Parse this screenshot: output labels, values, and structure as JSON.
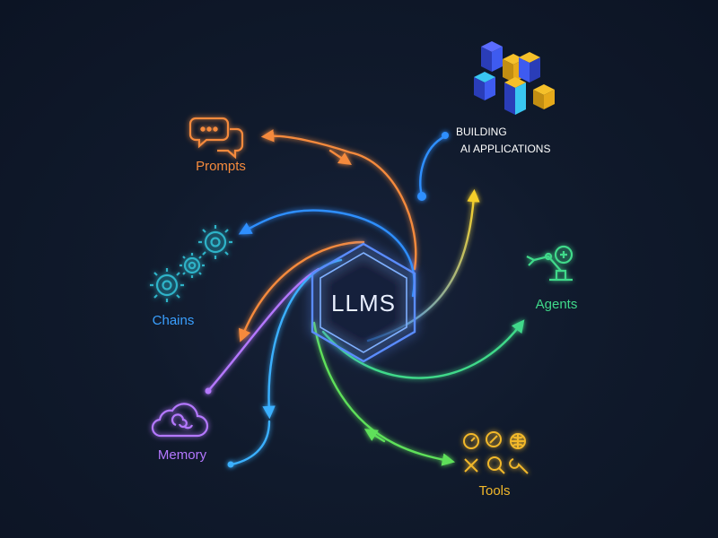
{
  "center": {
    "label": "LLMS"
  },
  "nodes": {
    "prompts": {
      "label": "Prompts",
      "color": "#f58a3c"
    },
    "chains": {
      "label": "Chains",
      "color": "#3aa0ff"
    },
    "memory": {
      "label": "Memory",
      "color": "#b478ff"
    },
    "tools": {
      "label": "Tools",
      "color": "#f2b82a"
    },
    "agents": {
      "label": "Agents",
      "color": "#3fd98a"
    },
    "building": {
      "line1": "BUILDING",
      "line2": "AI APPLICATIONS",
      "color": "#ffffff"
    }
  },
  "icons": {
    "prompts": "chat-bubbles-icon",
    "chains": "gears-icon",
    "memory": "cloud-brain-icon",
    "tools": "tools-grid-icon",
    "agents": "robot-arm-icon",
    "building": "blocks-icon"
  }
}
